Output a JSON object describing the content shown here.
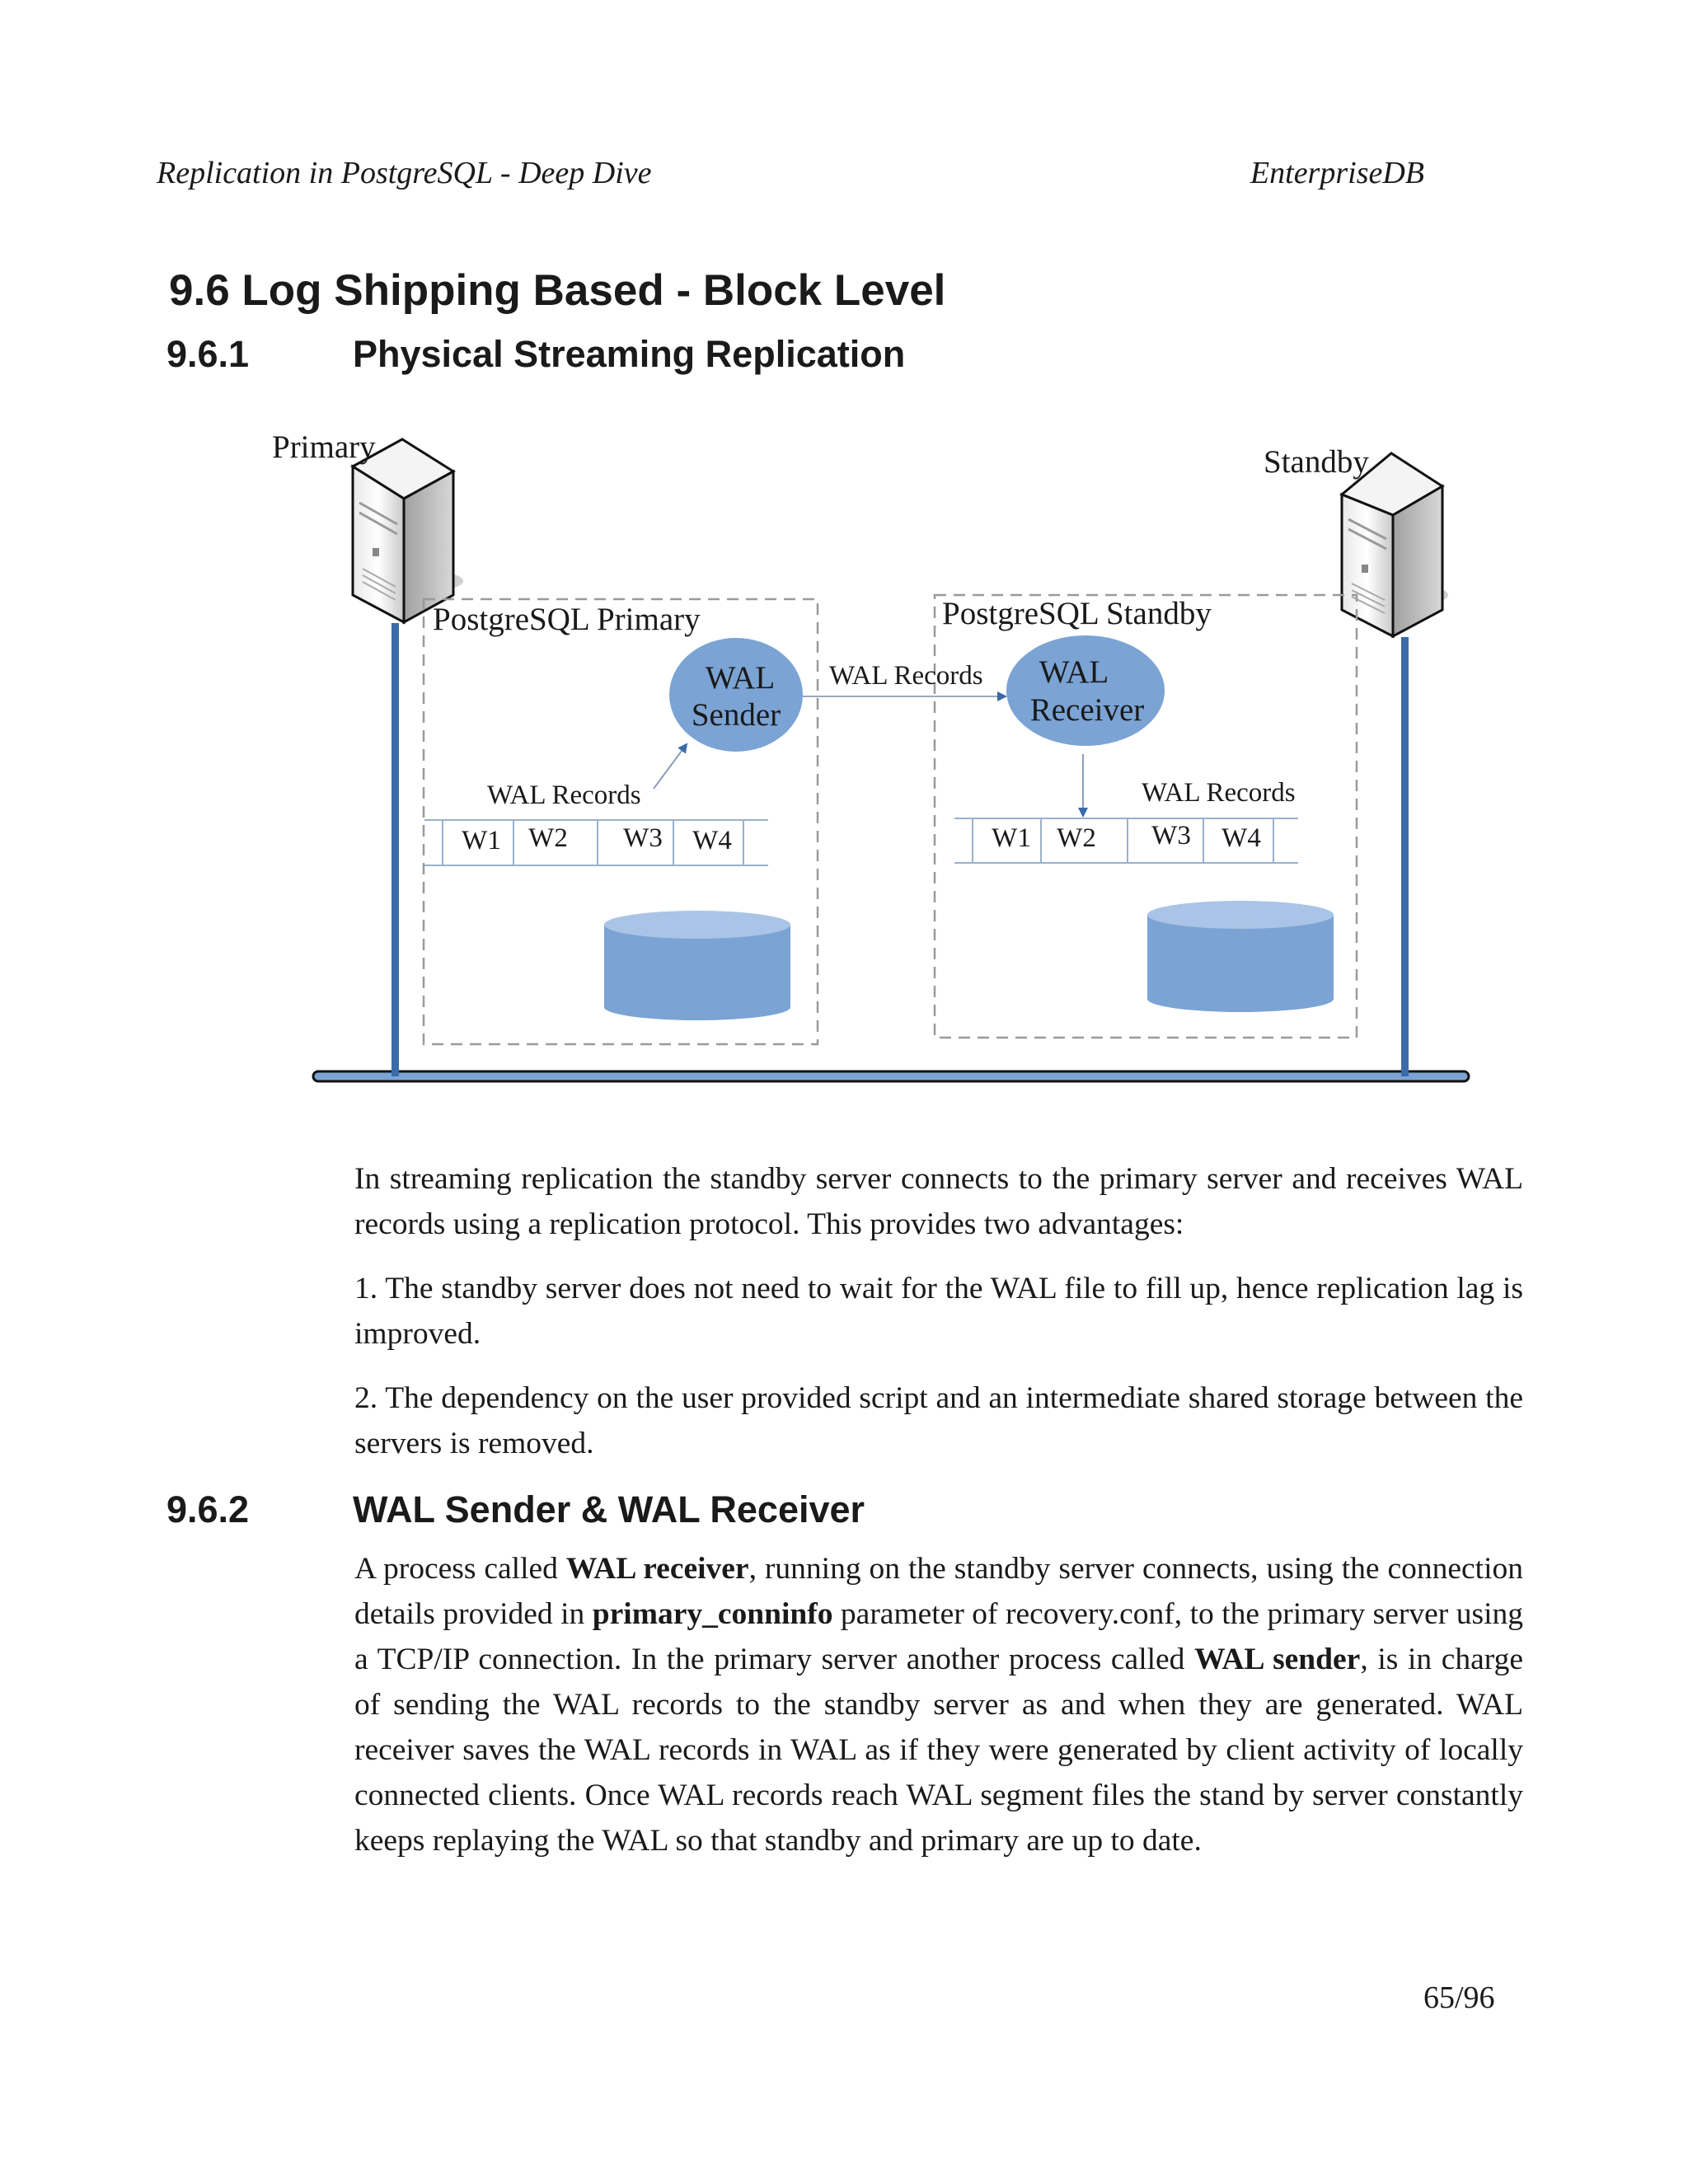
{
  "header": {
    "left": "Replication in PostgreSQL - Deep Dive",
    "right": "EnterpriseDB"
  },
  "section": {
    "title": "9.6  Log Shipping Based - Block Level"
  },
  "subsection1": {
    "number": "9.6.1",
    "title": "Physical Streaming Replication"
  },
  "diagram": {
    "primary_label": "Primary",
    "standby_label": "Standby",
    "primary_box_title": "PostgreSQL Primary",
    "standby_box_title": "PostgreSQL Standby",
    "sender_line1": "WAL",
    "sender_line2": "Sender",
    "receiver_line1": "WAL",
    "receiver_line2": "Receiver",
    "wal_records_left": "WAL Records",
    "wal_records_middle": "WAL Records",
    "wal_records_right": "WAL Records",
    "left_cells": [
      "W1",
      "W2",
      "W3",
      "W4"
    ],
    "right_cells": [
      "W1",
      "W2",
      "W3",
      "W4"
    ],
    "colors": {
      "accent": "#7ba3d4",
      "line": "#3a6aa8",
      "dash": "#9a9a9a"
    }
  },
  "body": {
    "p1": "In streaming replication the standby server connects to the primary server and receives WAL records using a replication protocol. This provides two advantages:",
    "p2": "1. The standby server does not need to wait for the WAL file to fill up, hence replication lag is improved.",
    "p3": "2. The dependency on the user provided script and an intermediate shared storage between the servers is removed."
  },
  "subsection2": {
    "number": "9.6.2",
    "title": "WAL Sender & WAL Receiver"
  },
  "p4": {
    "t1": "A process called ",
    "b1": "WAL receiver",
    "t2": ", running on the standby server connects, using the connection details provided in ",
    "b2": "primary_conninfo",
    "t3": " parameter of recovery.conf, to the primary server using a TCP/IP connection. In the primary server another process called ",
    "b3": "WAL sender",
    "t4": ", is in charge of sending the WAL records to the standby server as and when they are generated. WAL receiver saves the WAL records in WAL as if they were generated by client activity of locally connected clients. Once WAL records reach WAL segment files the stand by server constantly keeps replaying the WAL so that standby and primary are up to date."
  },
  "page_number": "65/96"
}
